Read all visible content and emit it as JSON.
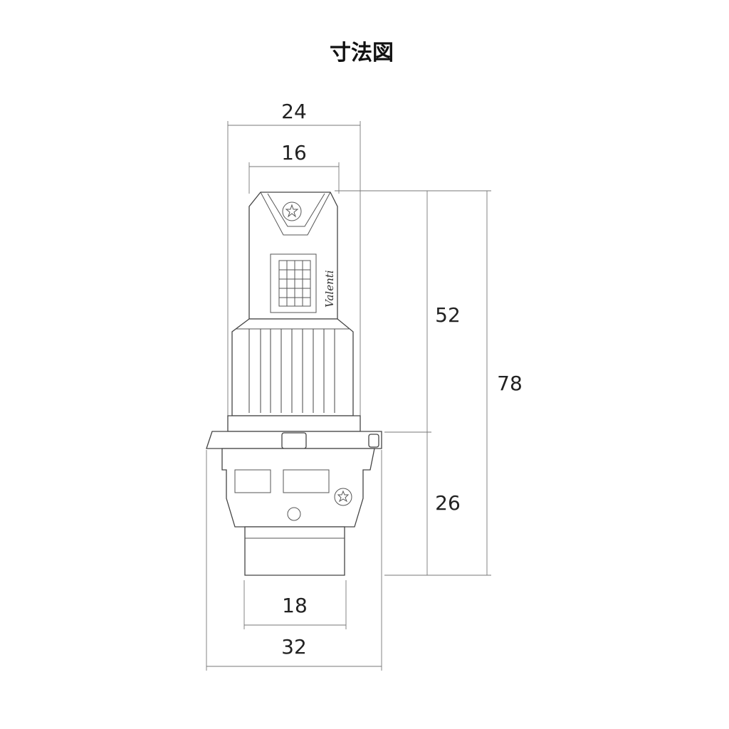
{
  "title": "寸法図",
  "brand": "Valenti",
  "dimensions": {
    "overall_width_top": "24",
    "led_width": "16",
    "upper_height": "52",
    "total_height": "78",
    "base_height": "26",
    "base_width": "18",
    "flange_width": "32"
  },
  "colors": {
    "line": "#444444",
    "text": "#222222"
  }
}
